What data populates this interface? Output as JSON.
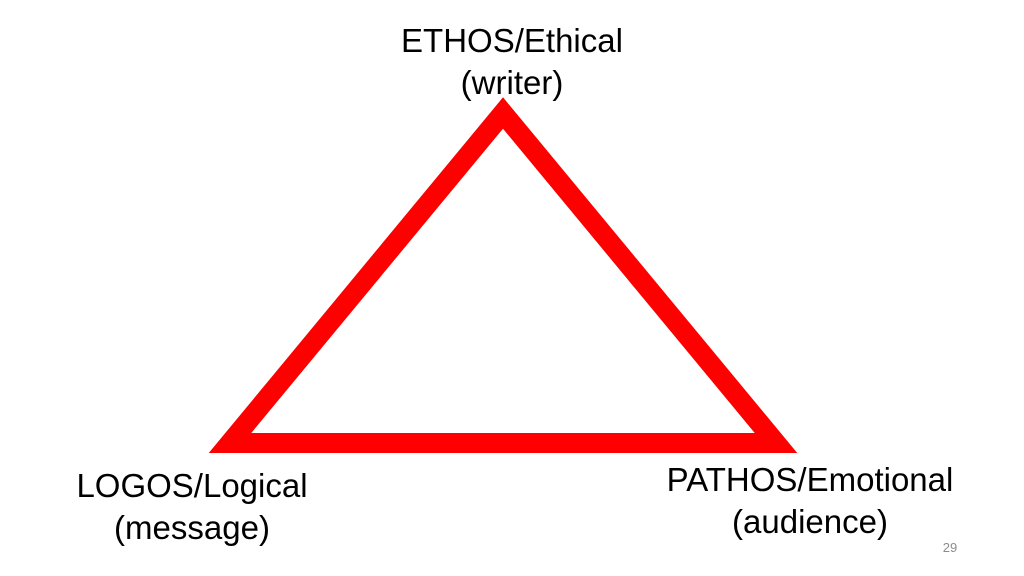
{
  "diagram": {
    "stroke_color": "#ff0000",
    "top": {
      "line1": "ETHOS/Ethical",
      "line2": "(writer)"
    },
    "bottom_left": {
      "line1": "LOGOS/Logical",
      "line2": "(message)"
    },
    "bottom_right": {
      "line1": "PATHOS/Emotional",
      "line2": "(audience)"
    }
  },
  "slide": {
    "number": "29"
  }
}
